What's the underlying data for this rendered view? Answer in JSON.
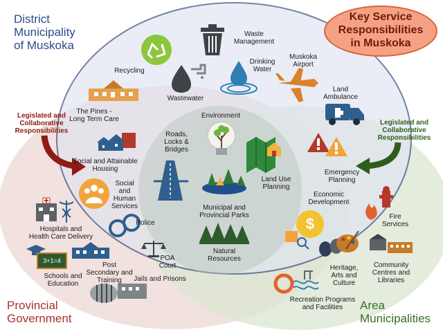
{
  "badge": {
    "text": "Key Service\nResponsibilities\nin Muskoka"
  },
  "corners": {
    "district": "District\nMunicipality\nof Muskoka",
    "provincial": "Provincial\nGovernment",
    "area": "Area\nMunicipalities"
  },
  "legislated": {
    "left": "Legislated and\nCollaborative\nResponsibilities",
    "right": "Legislated and\nCollaborative\nResponsibilities"
  },
  "district_only": {
    "recycling": "Recycling",
    "waste": "Waste\nManagement",
    "wastewater": "Wastewater",
    "drinking_water": "Drinking\nWater",
    "airport": "Muskoka\nAirport",
    "ambulance": "Land\nAmbulance",
    "pines": "The Pines -\nLong Term Care"
  },
  "district_provincial": {
    "housing": "Social and Attainable\nHousing",
    "social_services": "Social\nand\nHuman\nServices",
    "police": "Police",
    "poa_court": "POA\nCourt"
  },
  "all_three": {
    "roads": "Roads,\nLocks &\nBridges",
    "environment": "Environment",
    "land_use": "Land Use\nPlanning",
    "parks": "Municipal and\nProvincial Parks",
    "natural_resources": "Natural\nResources"
  },
  "district_area": {
    "emergency": "Emergency\nPlanning",
    "economic": "Economic\nDevelopment"
  },
  "provincial_only": {
    "hospitals": "Hospitals and\nHealth Care Delivery",
    "schools": "Schools and\nEducation",
    "post_secondary": "Post\nSecondary and\nTraining",
    "jails": "Jails and Prisons",
    "chalkboard": "3+1=4"
  },
  "area_only": {
    "fire": "Fire\nServices",
    "heritage": "Heritage,\nArts and\nCulture",
    "community_centres": "Community\nCentres and\nLibraries",
    "recreation": "Recreation Programs\nand Facilities"
  },
  "colors": {
    "district_fill": "#e3e7f1",
    "provincial_fill": "#f0dedb",
    "area_fill": "#e2ebdd",
    "outline": "#2c3f7a",
    "icon_blue": "#2f5f8c",
    "icon_dark": "#3f4347",
    "icon_orange": "#d9822b",
    "icon_green": "#5aa336"
  }
}
